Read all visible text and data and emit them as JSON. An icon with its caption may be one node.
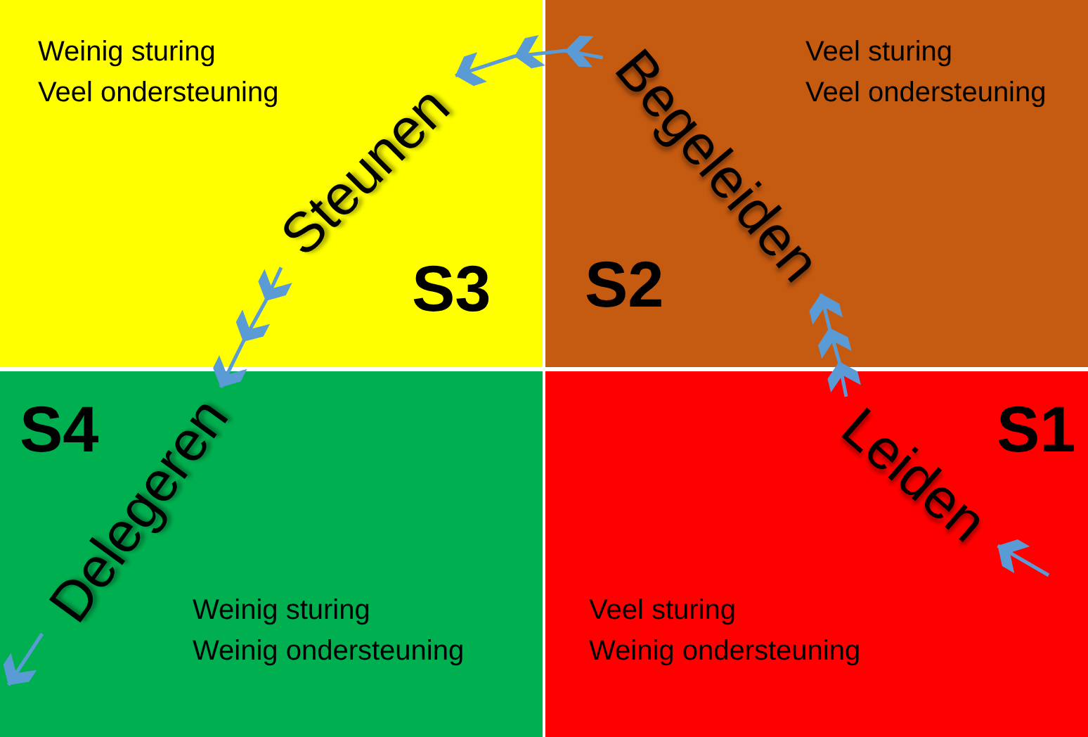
{
  "diagram": {
    "nodes": [
      {
        "text": [
          "Weinig sturing",
          "Veel ondersteuning",
          "S3"
        ]
      },
      {
        "text": [
          "Steunen"
        ],
        "in": 0
      },
      {
        "text": [
          "Veel sturing",
          "Veel ondersteuning",
          "S2"
        ]
      },
      {
        "text": [
          "Begeleiden"
        ],
        "in": 2
      },
      {
        "text": [
          "S4",
          "Weinig sturing",
          "Weinig ondersteuning"
        ]
      },
      {
        "text": [
          "Delegeren"
        ],
        "in": 4
      },
      {
        "text": [
          "S1",
          "Veel sturing",
          "Weinig ondersteuning"
        ]
      },
      {
        "text": [
          "Leiden"
        ],
        "in": 6
      }
    ],
    "edges": [
      {
        "from": null,
        "to": 7,
        "arrow": "to"
      },
      {
        "from": 7,
        "to": 3,
        "arrow": "to"
      },
      {
        "from": 3,
        "to": 1,
        "arrow": "to"
      },
      {
        "from": 1,
        "to": 5,
        "arrow": "to"
      },
      {
        "from": 5,
        "to": null,
        "arrow": "to"
      }
    ]
  }
}
